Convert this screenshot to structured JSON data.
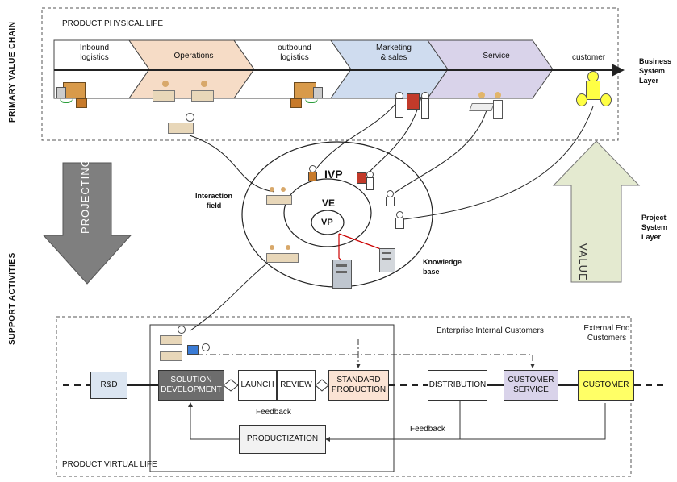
{
  "side_labels": {
    "primary_value_chain": "PRIMARY VALUE CHAIN",
    "support_activities": "SUPPORT ACTIVITIES"
  },
  "physical_life": {
    "title": "PRODUCT PHYSICAL LIFE",
    "stages": [
      {
        "label": "Inbound\nlogistics",
        "color": "#ffffff"
      },
      {
        "label": "Operations",
        "color": "#f6dcc6"
      },
      {
        "label": "outbound\nlogistics",
        "color": "#ffffff"
      },
      {
        "label": "Marketing\n& sales",
        "color": "#cfdcef"
      },
      {
        "label": "Service",
        "color": "#d9d3ea"
      }
    ],
    "customer_label": "customer"
  },
  "layers": {
    "business": "Business\nSystem\nLayer",
    "project": "Project\nSystem\nLayer"
  },
  "arrows": {
    "projecting": "PROJECTING",
    "value": "VALUE",
    "projecting_color": "#7f7f7f",
    "value_color": "#e4ead0"
  },
  "circles": {
    "ivp": "IVP",
    "ve": "VE",
    "vp": "VP",
    "interaction_field": "Interaction\nfield",
    "knowledge_base": "Knowledge\nbase"
  },
  "virtual_life": {
    "title": "PRODUCT VIRTUAL LIFE",
    "enterprise_customers": "Enterprise Internal Customers",
    "external_customers": "External End\nCustomers",
    "boxes": {
      "rd": "R&D",
      "solution_dev": "SOLUTION\nDEVELOPMENT",
      "launch": "LAUNCH",
      "review": "REVIEW",
      "standard_production": "STANDARD\nPRODUCTION",
      "distribution": "DISTRIBUTION",
      "customer_service": "CUSTOMER\nSERVICE",
      "customer": "CUSTOMER",
      "productization": "PRODUCTIZATION"
    },
    "feedback_1": "Feedback",
    "feedback_2": "Feedback",
    "colors": {
      "rd": "#dbe5f1",
      "solution_dev": "#6d6d6d",
      "standard_production": "#fbe3d4",
      "customer_service": "#d9d3ea",
      "customer": "#ffff66"
    }
  },
  "icons": [
    "truck-inbound-icon",
    "operations-workers-icon",
    "truck-outbound-icon",
    "sales-people-icon",
    "service-workers-icon",
    "customer-money-icon",
    "server-icon",
    "database-icon",
    "meeting-icon"
  ]
}
